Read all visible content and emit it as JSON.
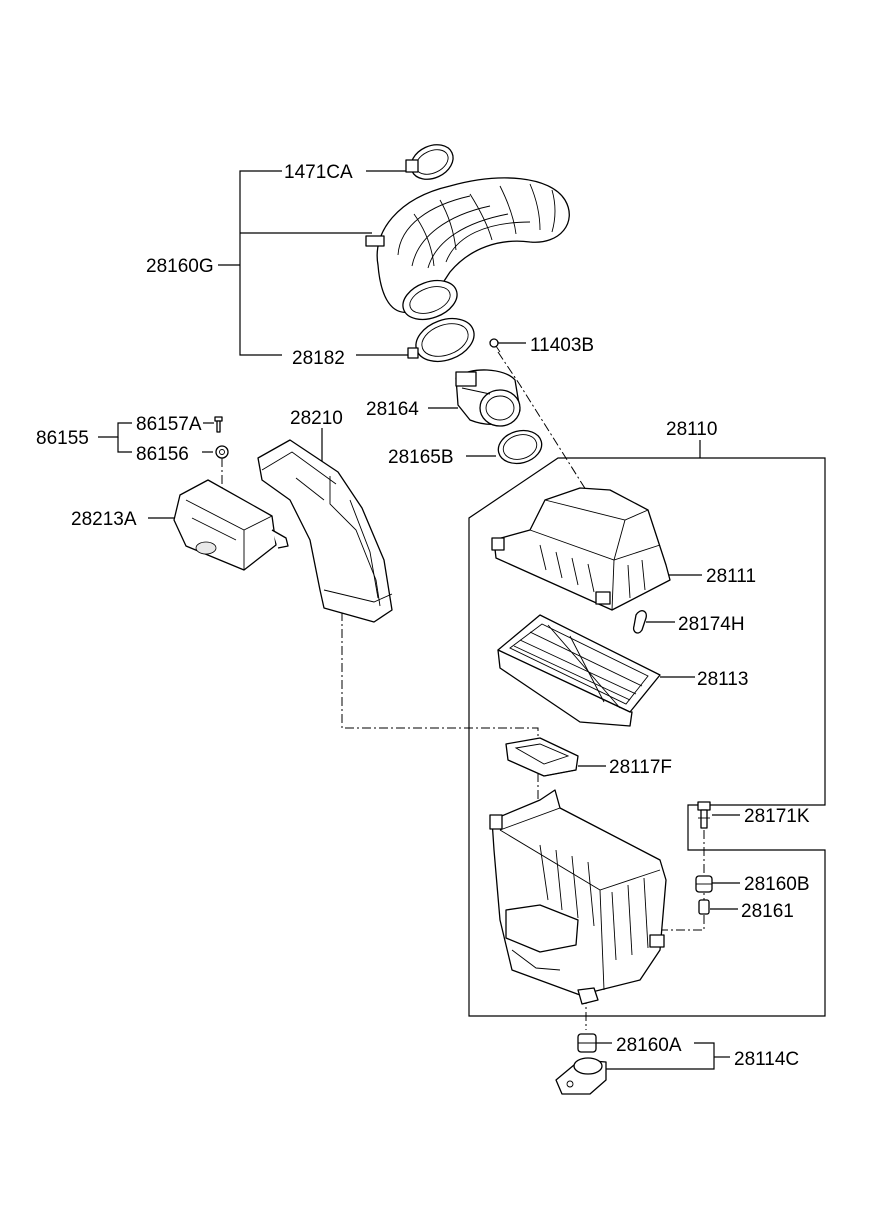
{
  "labels": {
    "p1471CA": "1471CA",
    "p28160G": "28160G",
    "p28182": "28182",
    "p11403B": "11403B",
    "p28164": "28164",
    "p28165B": "28165B",
    "p28110": "28110",
    "p86155": "86155",
    "p86157A": "86157A",
    "p86156": "86156",
    "p28210": "28210",
    "p28213A": "28213A",
    "p28111": "28111",
    "p28174H": "28174H",
    "p28113": "28113",
    "p28117F": "28117F",
    "p28171K": "28171K",
    "p28160B": "28160B",
    "p28161": "28161",
    "p28160A": "28160A",
    "p28114C": "28114C"
  },
  "icons": [
    "hose-clamp",
    "intake-hose",
    "air-flow-sensor",
    "gasket-ring",
    "cover-bracket",
    "air-duct",
    "air-cleaner-cover",
    "filter-element",
    "air-cleaner-body",
    "bolt",
    "grommet",
    "mounting-bracket"
  ]
}
